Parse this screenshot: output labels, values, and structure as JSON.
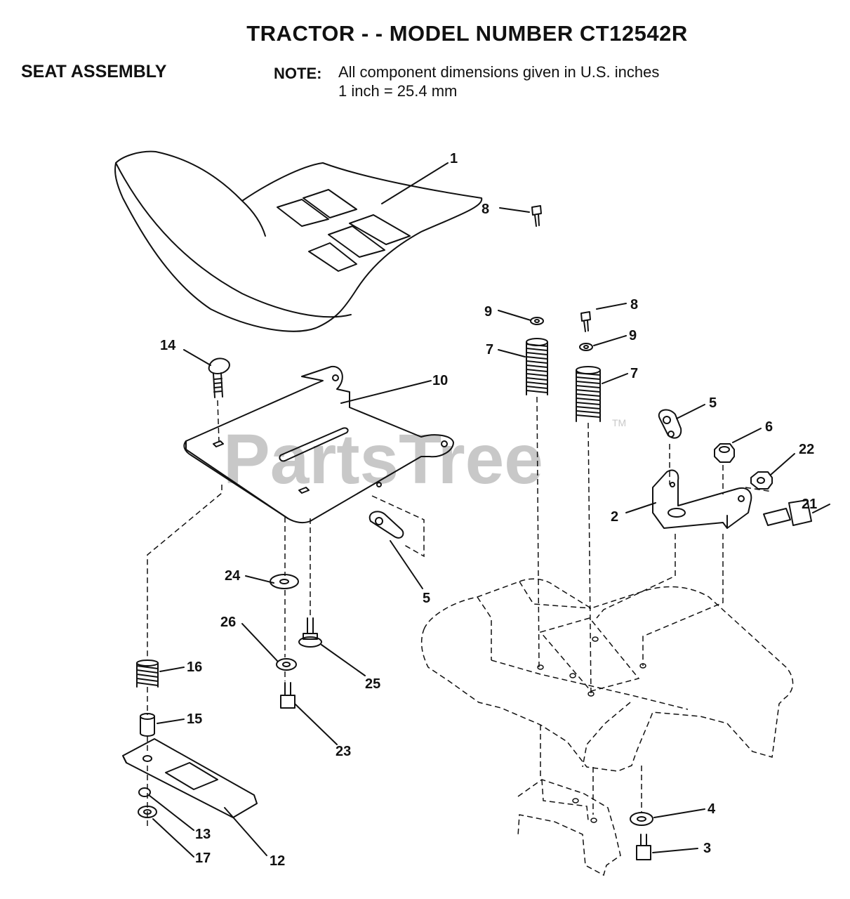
{
  "header": {
    "title": "TRACTOR - - MODEL NUMBER CT12542R",
    "section": "SEAT ASSEMBLY",
    "note_label": "NOTE:",
    "note_line1": "All component dimensions given in U.S. inches",
    "note_line2": "1 inch = 25.4 mm"
  },
  "watermark": {
    "text": "PartsTree",
    "tm": "TM"
  },
  "callouts": {
    "seat": "1",
    "bolt_top_left": "8",
    "washer_top_left": "9",
    "spring_top_left": "7",
    "bolt_top_right": "8",
    "washer_top_right": "9",
    "spring_top_right": "7",
    "seat_pan_bolt": "14",
    "seat_pan": "10",
    "clip_right": "5",
    "nut": "6",
    "nut_flange": "22",
    "shoulder_bolt": "21",
    "bracket": "2",
    "clip_left": "5",
    "washer_large": "24",
    "lock_washer": "26",
    "shoulder_screw": "25",
    "spring_lower": "16",
    "spacer": "15",
    "screw_lower": "23",
    "washer_bottom": "4",
    "bolt_bottom": "3",
    "slide_nut": "13",
    "slide_washer": "17",
    "slide_plate": "12"
  }
}
